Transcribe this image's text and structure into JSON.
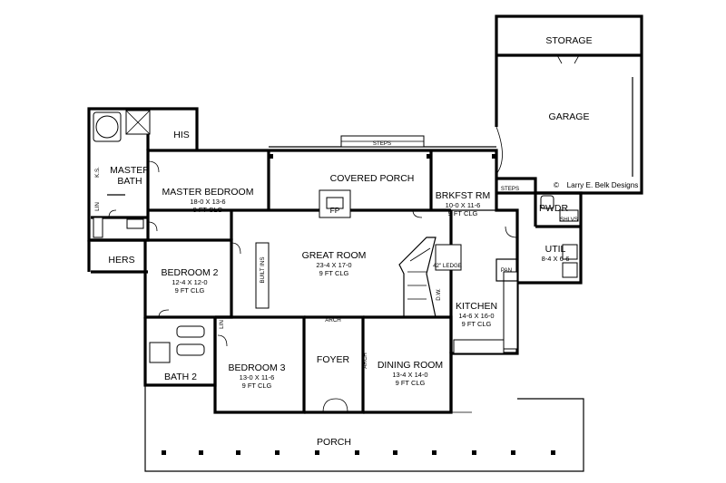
{
  "rooms": {
    "storage": {
      "name": "STORAGE"
    },
    "garage": {
      "name": "GARAGE"
    },
    "his": {
      "name": "HIS"
    },
    "master_bath": {
      "name_line1": "MASTER",
      "name_line2": "BATH"
    },
    "covered_porch": {
      "name": "COVERED PORCH"
    },
    "master_bedroom": {
      "name": "MASTER BEDROOM",
      "dims": "18-0 X 13-6",
      "ceiling": "9 FT CLG"
    },
    "brkfst_rm": {
      "name": "BRKFST RM",
      "dims": "10-0 X 11-6",
      "ceiling": "9 FT CLG"
    },
    "pwdr": {
      "name": "PWDR"
    },
    "hers": {
      "name": "HERS"
    },
    "great_room": {
      "name": "GREAT ROOM",
      "dims": "23-4 X 17-0",
      "ceiling": "9 FT CLG"
    },
    "util": {
      "name": "UTIL",
      "dims": "8-4 X 6-6"
    },
    "bedroom2": {
      "name": "BEDROOM 2",
      "dims": "12-4 X 12-0",
      "ceiling": "9 FT CLG"
    },
    "pan": {
      "name": "PAN"
    },
    "kitchen": {
      "name": "KITCHEN",
      "dims": "14-6 X 16-0",
      "ceiling": "9 FT CLG"
    },
    "bedroom3": {
      "name": "BEDROOM 3",
      "dims": "13-0 X 11-6",
      "ceiling": "9 FT CLG"
    },
    "foyer": {
      "name": "FOYER"
    },
    "dining_room": {
      "name": "DINING ROOM",
      "dims": "13-4 X 14-0",
      "ceiling": "9 FT CLG"
    },
    "bath2": {
      "name": "BATH 2"
    },
    "porch": {
      "name": "PORCH"
    }
  },
  "labels": {
    "steps_rear": "STEPS",
    "steps_side": "STEPS",
    "fp": "FP",
    "built_ins": "BUILT INS",
    "lin_master": "LIN",
    "ks": "K.S.",
    "lin_hall": "LIN",
    "arch_top": "ARCH",
    "arch_side": "ARCH",
    "ledge": "42\" LEDGE",
    "shlvs": "SHLVS",
    "dw": "D.W."
  },
  "credit": "Larry E. Belk Designs",
  "colors": {
    "line": "#000000",
    "background": "#ffffff"
  }
}
